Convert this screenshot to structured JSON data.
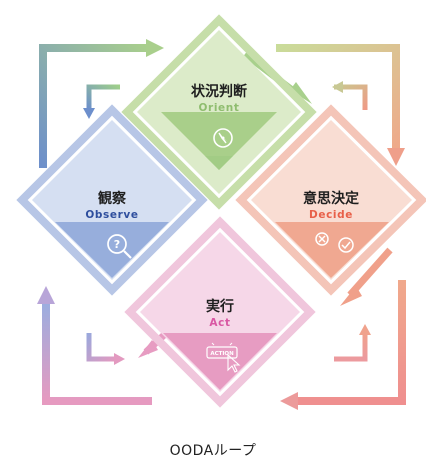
{
  "caption": "OODAループ",
  "colors": {
    "orient": "#8fbd6f",
    "decide": "#ef8f7d",
    "act": "#e38eb9",
    "observe": "#6f8fcd",
    "observe_en": "#2e4e9e",
    "act_en": "#d957a3",
    "decide_en": "#e86049",
    "orient_en": "#8fbd6f"
  },
  "phases": {
    "orient": {
      "jp": "状況判断",
      "en": "Orient",
      "icon": "compass-icon"
    },
    "decide": {
      "jp": "意思決定",
      "en": "Decide",
      "icon": "check-decision-icon"
    },
    "act": {
      "jp": "実行",
      "en": "Act",
      "icon": "action-click-icon",
      "badge": "ACTION"
    },
    "observe": {
      "jp": "観察",
      "en": "Observe",
      "icon": "question-magnifier-icon"
    }
  }
}
